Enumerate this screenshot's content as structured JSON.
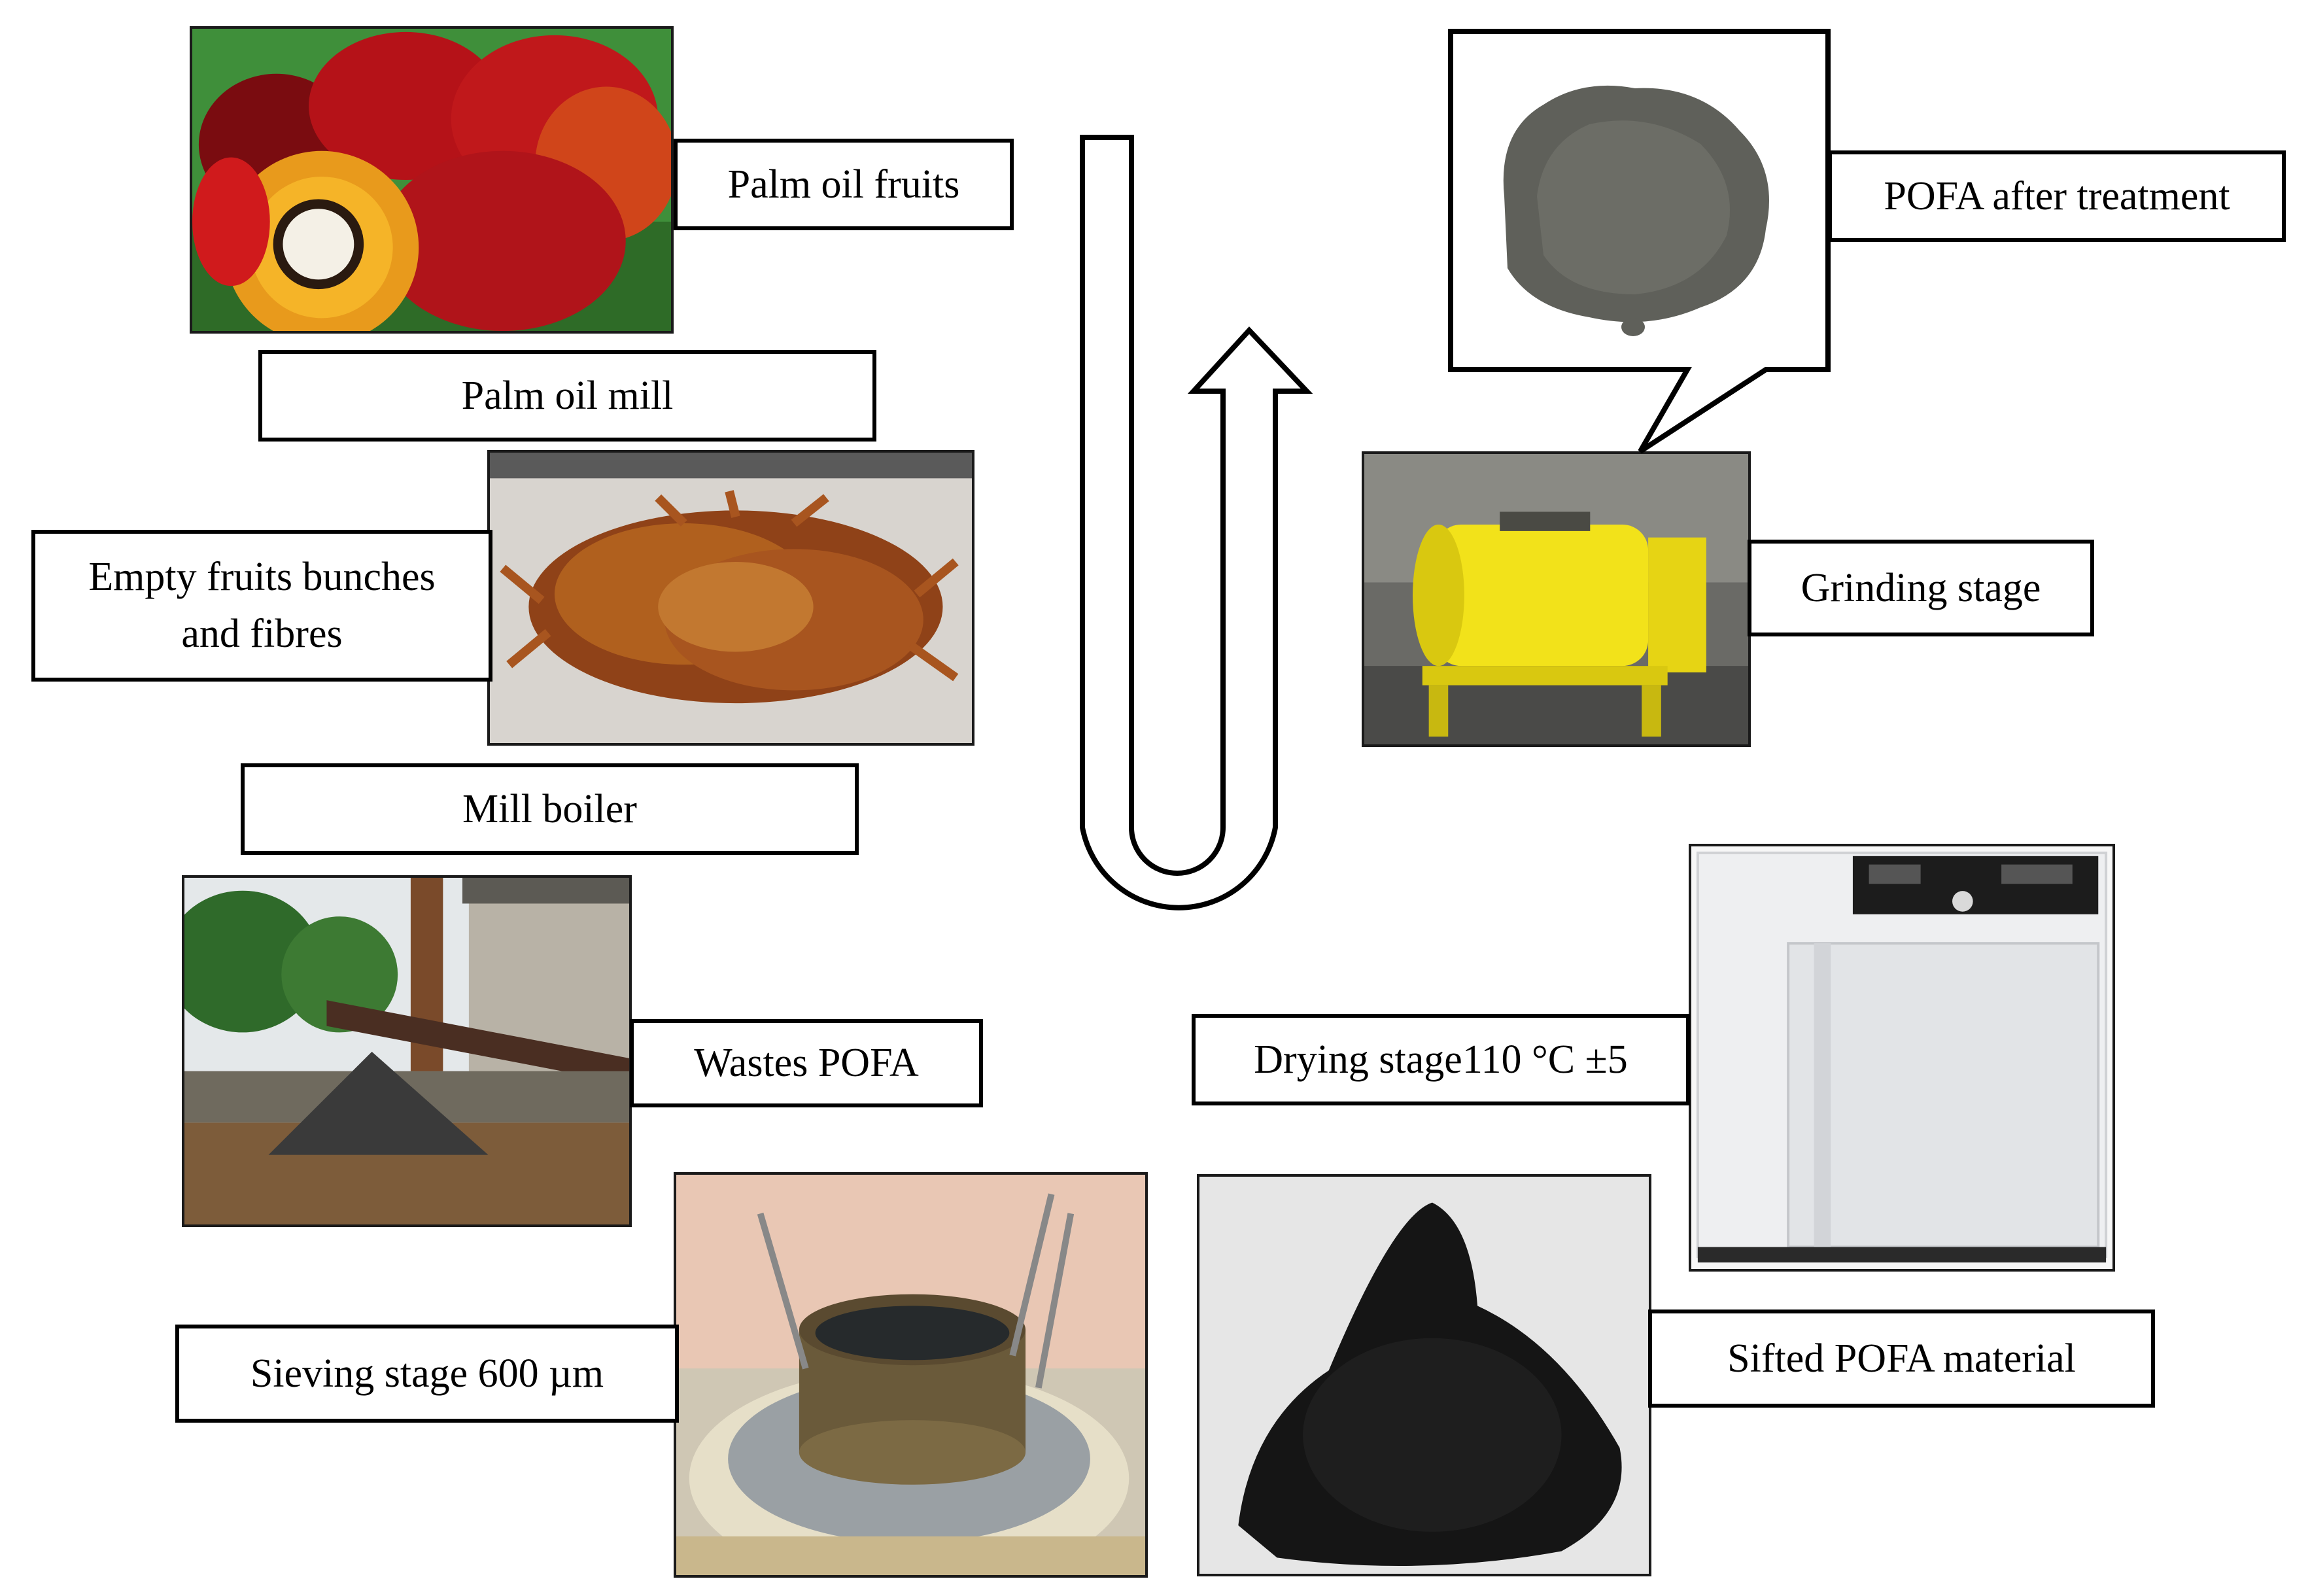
{
  "labels": {
    "palm_oil_fruits": "Palm oil fruits",
    "palm_oil_mill": "Palm oil mill",
    "empty_fruit_bunches": "Empty fruits bunches\nand fibres",
    "mill_boiler": "Mill boiler",
    "wastes_pofa": "Wastes POFA",
    "sieving_stage": "Sieving stage 600 µm",
    "sifted_pofa": "Sifted POFA material",
    "drying_stage": "Drying stage110 °C ±5",
    "grinding_stage": "Grinding stage",
    "pofa_after_treatment": "POFA after treatment"
  },
  "colors": {
    "border": "#000000",
    "palm_fruit_red": "#c0181b",
    "palm_fruit_orange": "#f0a020",
    "fibre_brown": "#a8551f",
    "pofa_grey": "#5f605a",
    "pofa_black": "#151515",
    "grinder_yellow": "#f2e21a",
    "oven_white": "#eeeff1"
  },
  "icons": {
    "process_arrow": "u-turn-arrow-icon",
    "callout": "speech-callout-icon"
  }
}
